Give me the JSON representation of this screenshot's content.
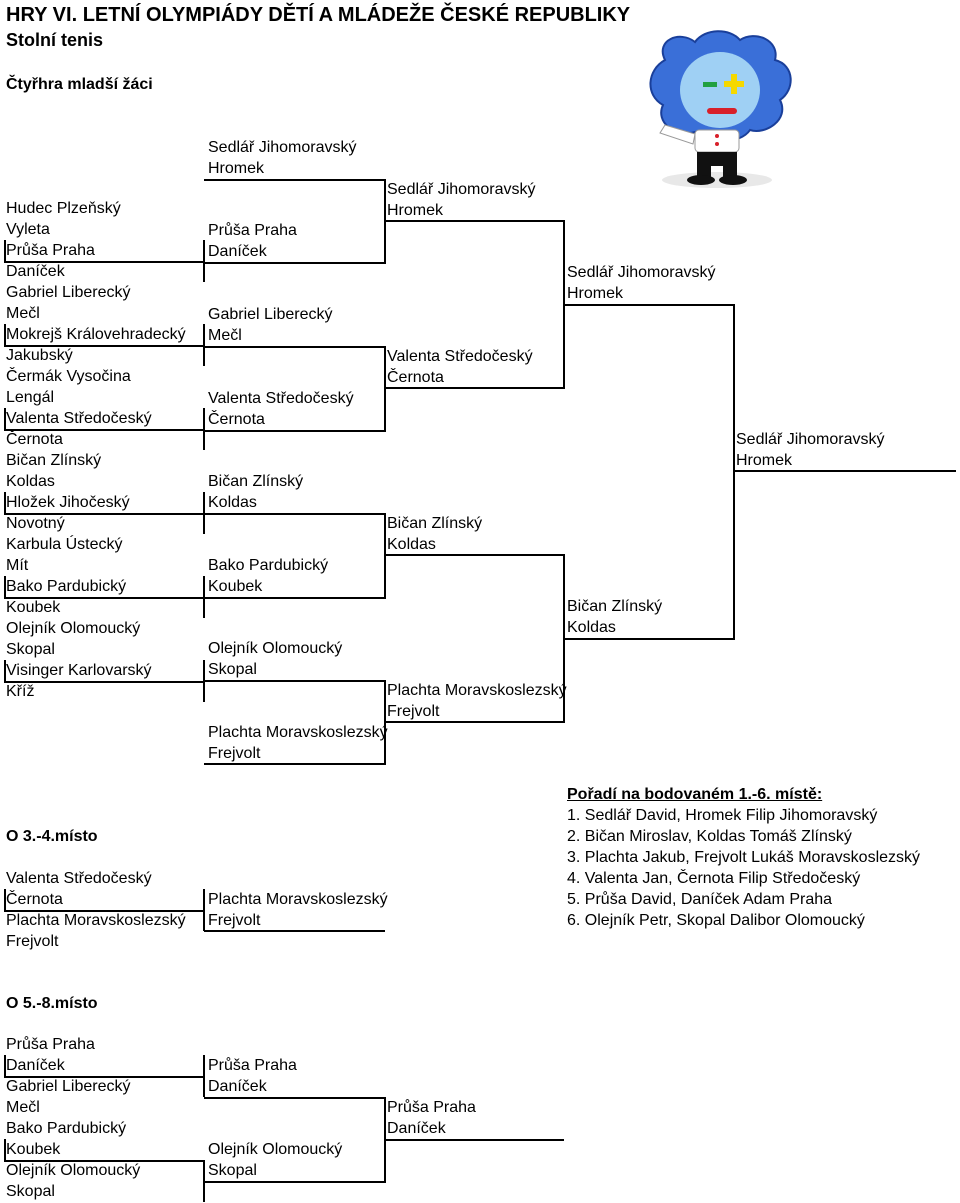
{
  "header": {
    "title": "HRY VI. LETNÍ OLYMPIÁDY DĚTÍ A MLÁDEŽE ČESKÉ REPUBLIKY",
    "subtitle": "Stolní tenis",
    "category": "Čtyřhra mladší žáci"
  },
  "bracket": {
    "round1": [
      "Hudec Plzeňský",
      "Vyleta",
      "Průša Praha",
      "Daníček",
      "Gabriel Liberecký",
      "Mečl",
      "Mokrejš Královehradecký",
      "Jakubský",
      "Čermák Vysočina",
      "Lengál",
      "Valenta Středočeský",
      "Černota",
      "Bičan Zlínský",
      "Koldas",
      "Hložek Jihočeský",
      "Novotný",
      "Karbula Ústecký",
      "Mít",
      "Bako Pardubický",
      "Koubek",
      "Olejník Olomoucký",
      "Skopal",
      "Visinger Karlovarský",
      "Kříž"
    ],
    "round2": [
      "Sedlář Jihomoravský",
      "Hromek",
      "Průša Praha",
      "Daníček",
      "Gabriel Liberecký",
      "Mečl",
      "Valenta Středočeský",
      "Černota",
      "Bičan Zlínský",
      "Koldas",
      "Bako Pardubický",
      "Koubek",
      "Olejník Olomoucký",
      "Skopal",
      "Plachta Moravskoslezský",
      "Frejvolt"
    ],
    "round3": [
      "Sedlář Jihomoravský",
      "Hromek",
      "Valenta Středočeský",
      "Černota",
      "Bičan Zlínský",
      "Koldas",
      "Plachta Moravskoslezský",
      "Frejvolt"
    ],
    "round4": [
      "Sedlář Jihomoravský",
      "Hromek",
      "Bičan Zlínský",
      "Koldas"
    ],
    "winner": [
      "Sedlář Jihomoravský",
      "Hromek"
    ]
  },
  "third_place": {
    "title": "O 3.-4.místo",
    "players": [
      "Valenta Středočeský",
      "Černota",
      "Plachta Moravskoslezský",
      "Frejvolt"
    ],
    "winner": [
      "Plachta Moravskoslezský",
      "Frejvolt"
    ]
  },
  "fifth_place": {
    "title": "O 5.-8.místo",
    "round1": [
      "Průša Praha",
      "Daníček",
      "Gabriel Liberecký",
      "Mečl",
      "Bako Pardubický",
      "Koubek",
      "Olejník Olomoucký",
      "Skopal"
    ],
    "round2": [
      "Průša Praha",
      "Daníček",
      "Olejník Olomoucký",
      "Skopal"
    ],
    "winner": [
      "Průša Praha",
      "Daníček"
    ]
  },
  "ranking": {
    "title": "Pořadí na bodovaném 1.-6. místě:",
    "items": [
      "1. Sedlář David, Hromek Filip Jihomoravský",
      "2. Bičan Miroslav, Koldas Tomáš Zlínský",
      "3. Plachta Jakub, Frejvolt Lukáš Moravskoslezský",
      "4. Valenta Jan, Černota Filip Středočeský",
      "5. Průša David, Daníček Adam Praha",
      "6. Olejník Petr, Skopal Dalibor Olomoucký"
    ]
  },
  "colors": {
    "text": "#000000",
    "mascot_blue": "#3a6fd8",
    "mascot_yellow": "#f5d800",
    "mascot_red": "#d8202a",
    "mascot_green": "#22a040"
  },
  "icons": {
    "mascot": "olympiad-mascot-logo"
  }
}
